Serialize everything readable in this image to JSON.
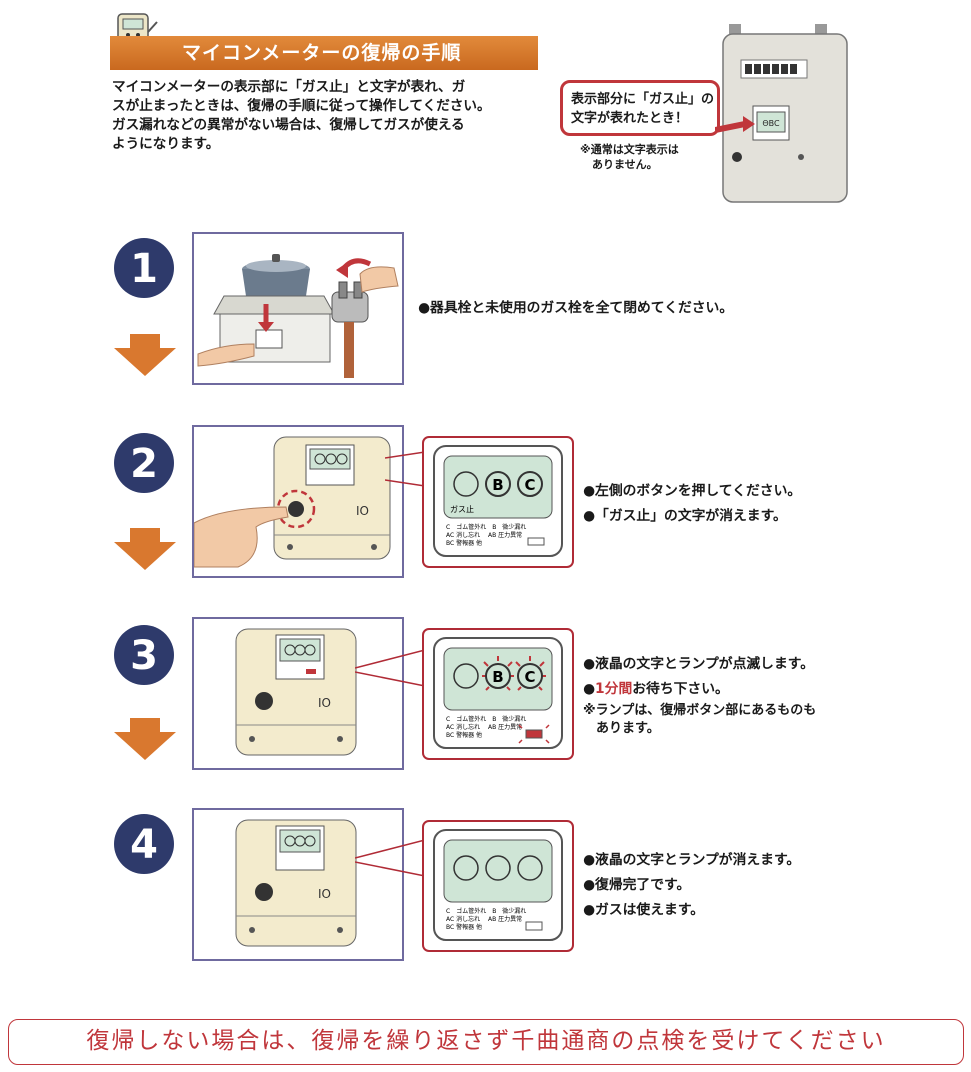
{
  "header": {
    "title": "マイコンメーターの復帰の手順",
    "intro": [
      "マイコンメーターの表示部に「ガス止」と文字が表れ、ガ",
      "スが止まったときは、復帰の手順に従って操作してください。",
      "ガス漏れなどの異常がない場合は、復帰してガスが使える",
      "ようになります。"
    ],
    "callout": [
      "表示部分に「ガス止」の",
      "文字が表れたとき！"
    ],
    "callout_note": [
      "※通常は文字表示は",
      "ありません。"
    ],
    "meter_display_label": "ΘBC"
  },
  "steps": [
    {
      "number": "1",
      "lines": [
        "●器具栓と未使用のガス栓を全て閉めてください。"
      ]
    },
    {
      "number": "2",
      "display_b": "B",
      "display_c": "C",
      "display_stop": "ガス止",
      "legend": [
        "C　ゴム管外れ　B　微少漏れ",
        "AC 消し忘れ　 AB 圧力異常",
        "BC 警報器 他"
      ],
      "lines": [
        "●左側のボタンを押してください。",
        "●「ガス止」の文字が消えます。"
      ]
    },
    {
      "number": "3",
      "display_b": "B",
      "display_c": "C",
      "legend": [
        "C　ゴム管外れ　B　微少漏れ",
        "AC 消し忘れ　 AB 圧力異常",
        "BC 警報器 他"
      ],
      "lines_pre": "●",
      "line2_red": "1分間",
      "line2_rest": "お待ち下さい。",
      "line1": "●液晶の文字とランプが点滅します。",
      "note": [
        "※ランプは、復帰ボタン部にあるものも",
        "　あります。"
      ]
    },
    {
      "number": "4",
      "legend": [
        "C　ゴム管外れ　B　微少漏れ",
        "AC 消し忘れ　 AB 圧力異常",
        "BC 警報器 他"
      ],
      "lines": [
        "●液晶の文字とランプが消えます。",
        "●復帰完了です。",
        "●ガスは使えます。"
      ]
    }
  ],
  "footer": {
    "text": "復帰しない場合は、復帰を繰り返さず千曲通商の点検を受けてください"
  },
  "colors": {
    "orange": "#d9782f",
    "navy": "#2e3a6b",
    "red": "#c0363b",
    "lcd": "#cfe5d6",
    "meter": "#f3ebcd"
  }
}
